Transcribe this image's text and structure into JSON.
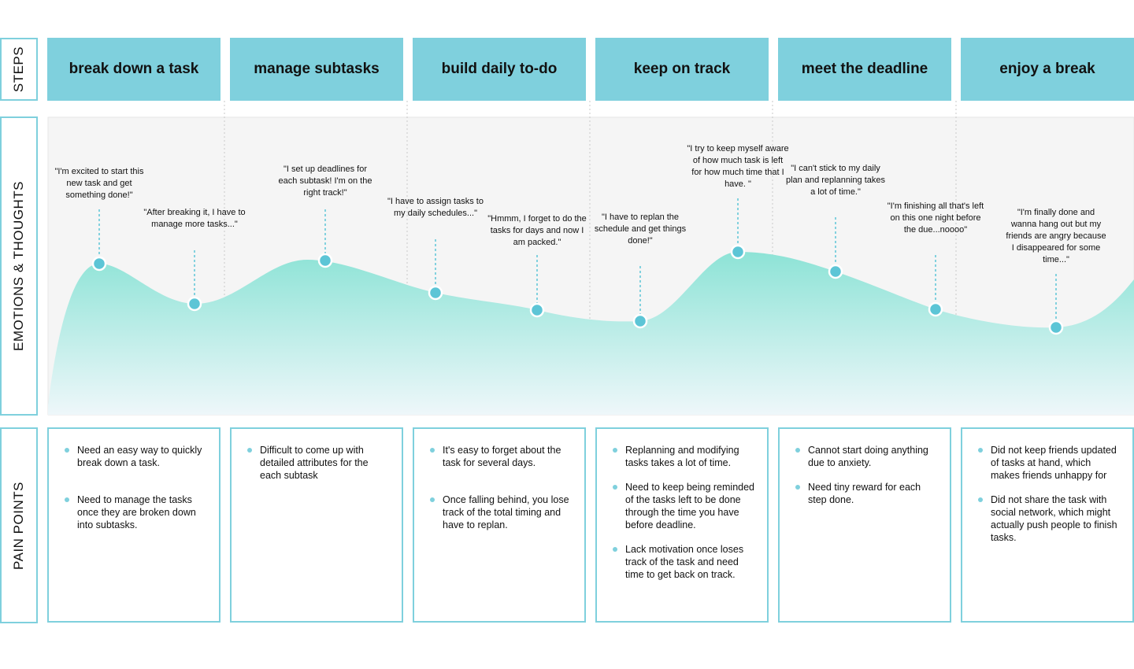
{
  "row_labels": {
    "steps": "STEPS",
    "emotions": "EMOTIONS & THOUGHTS",
    "pain_points": "PAIN POINTS"
  },
  "steps": [
    "break down a task",
    "manage subtasks",
    "build daily to-do",
    "keep on track",
    "meet the deadline",
    "enjoy a break"
  ],
  "colors": {
    "accent": "#7fd0dd",
    "dot": "#5cc5d6",
    "curve_top": "#8de3d6",
    "panel_bg": "#f5f5f5"
  },
  "emotion_points": [
    {
      "quote": "\"I'm excited to start this new task and get something done!\""
    },
    {
      "quote": "\"After breaking it, I have to manage more tasks...\""
    },
    {
      "quote": "\"I set up deadlines for each subtask! I'm on the right track!\""
    },
    {
      "quote": "\"I have to assign tasks to my daily schedules...\""
    },
    {
      "quote": "\"Hmmm, I forget to do the tasks for days and now I am packed.\""
    },
    {
      "quote": "\"I have to replan the schedule and get things done!\""
    },
    {
      "quote": "\"I try to keep myself aware of how much task is left for how much time that I have. \""
    },
    {
      "quote": "\"I can't stick to my daily plan and replanning takes a lot of time.\""
    },
    {
      "quote": "\"I'm finishing all that's left on this one night before the due...noooo\""
    },
    {
      "quote": "\"I'm finally done and wanna hang out but my friends are angry because I disappeared for some time...\""
    }
  ],
  "pain_points": [
    [
      "Need an easy way to quickly break down a task.",
      "Need to manage the tasks once they are broken down into subtasks."
    ],
    [
      "Difficult to come up with detailed attributes for the each subtask"
    ],
    [
      "It's easy to forget about the task for several days.",
      "Once falling behind, you lose track of the total timing and have to replan."
    ],
    [
      "Replanning and modifying tasks takes a lot of time.",
      "Need to keep being reminded of the tasks left to be done through the time you have before deadline.",
      "Lack motivation once loses track of the task and need time to get back on track."
    ],
    [
      "Cannot start doing anything due to anxiety.",
      "Need tiny reward for each step done."
    ],
    [
      "Did not keep friends updated of tasks at hand, which makes friends unhappy for",
      "Did not share the task with social network, which might actually push people to finish tasks."
    ]
  ]
}
